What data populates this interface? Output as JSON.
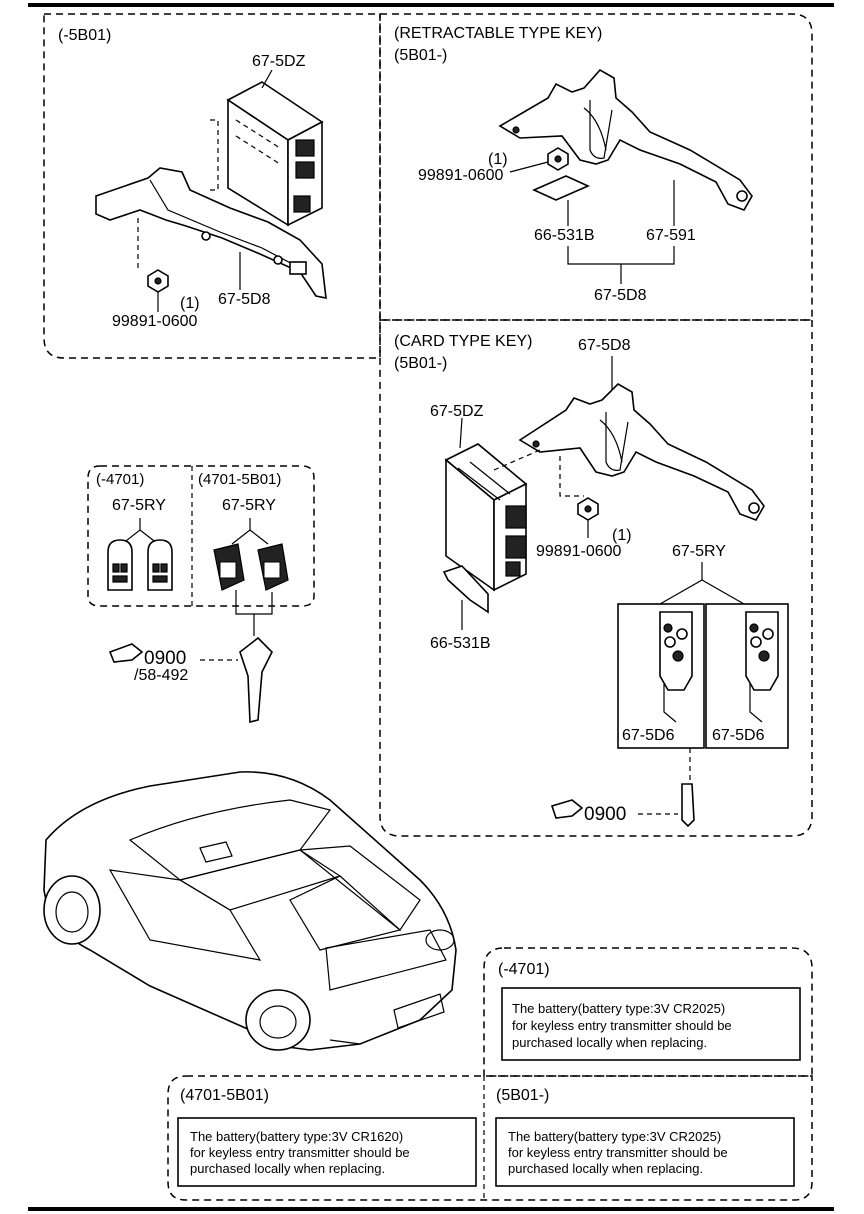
{
  "sections": {
    "pre_5b01": {
      "heading": "(-5B01)",
      "part_module": "67-5DZ",
      "part_bracket": "67-5D8",
      "part_nut": "99891-0600",
      "nut_qty": "(1)"
    },
    "retractable": {
      "heading": "(RETRACTABLE TYPE KEY)",
      "subheading": "(5B01-)",
      "part_nut": "99891-0600",
      "nut_qty": "(1)",
      "part_pad": "66-531B",
      "part_bracket": "67-591",
      "part_assembly": "67-5D8"
    },
    "card": {
      "heading": "(CARD TYPE KEY)",
      "subheading": "(5B01-)",
      "part_bracket": "67-5D8",
      "part_module": "67-5DZ",
      "part_nut": "99891-0600",
      "nut_qty": "(1)",
      "part_pad": "66-531B",
      "part_transmitter": "67-5RY",
      "part_key_left": "67-5D6",
      "part_key_right": "67-5D6",
      "ref_code": "0900"
    },
    "transmitters": {
      "left_heading": "(-4701)",
      "left_part": "67-5RY",
      "right_heading": "(4701-5B01)",
      "right_part": "67-5RY",
      "ref_code": "0900",
      "ref_sub": "/58-492"
    }
  },
  "notes": [
    {
      "heading": "(-4701)",
      "text_lines": [
        "The battery(battery type:3V CR2025)",
        "for keyless entry transmitter should be",
        "purchased locally when replacing."
      ]
    },
    {
      "heading": "(4701-5B01)",
      "text_lines": [
        "The battery(battery type:3V CR1620)",
        "for keyless entry transmitter should be",
        "purchased locally when replacing."
      ]
    },
    {
      "heading": "(5B01-)",
      "text_lines": [
        "The battery(battery type:3V CR2025)",
        "for keyless entry transmitter should be",
        "purchased locally when replacing."
      ]
    }
  ]
}
